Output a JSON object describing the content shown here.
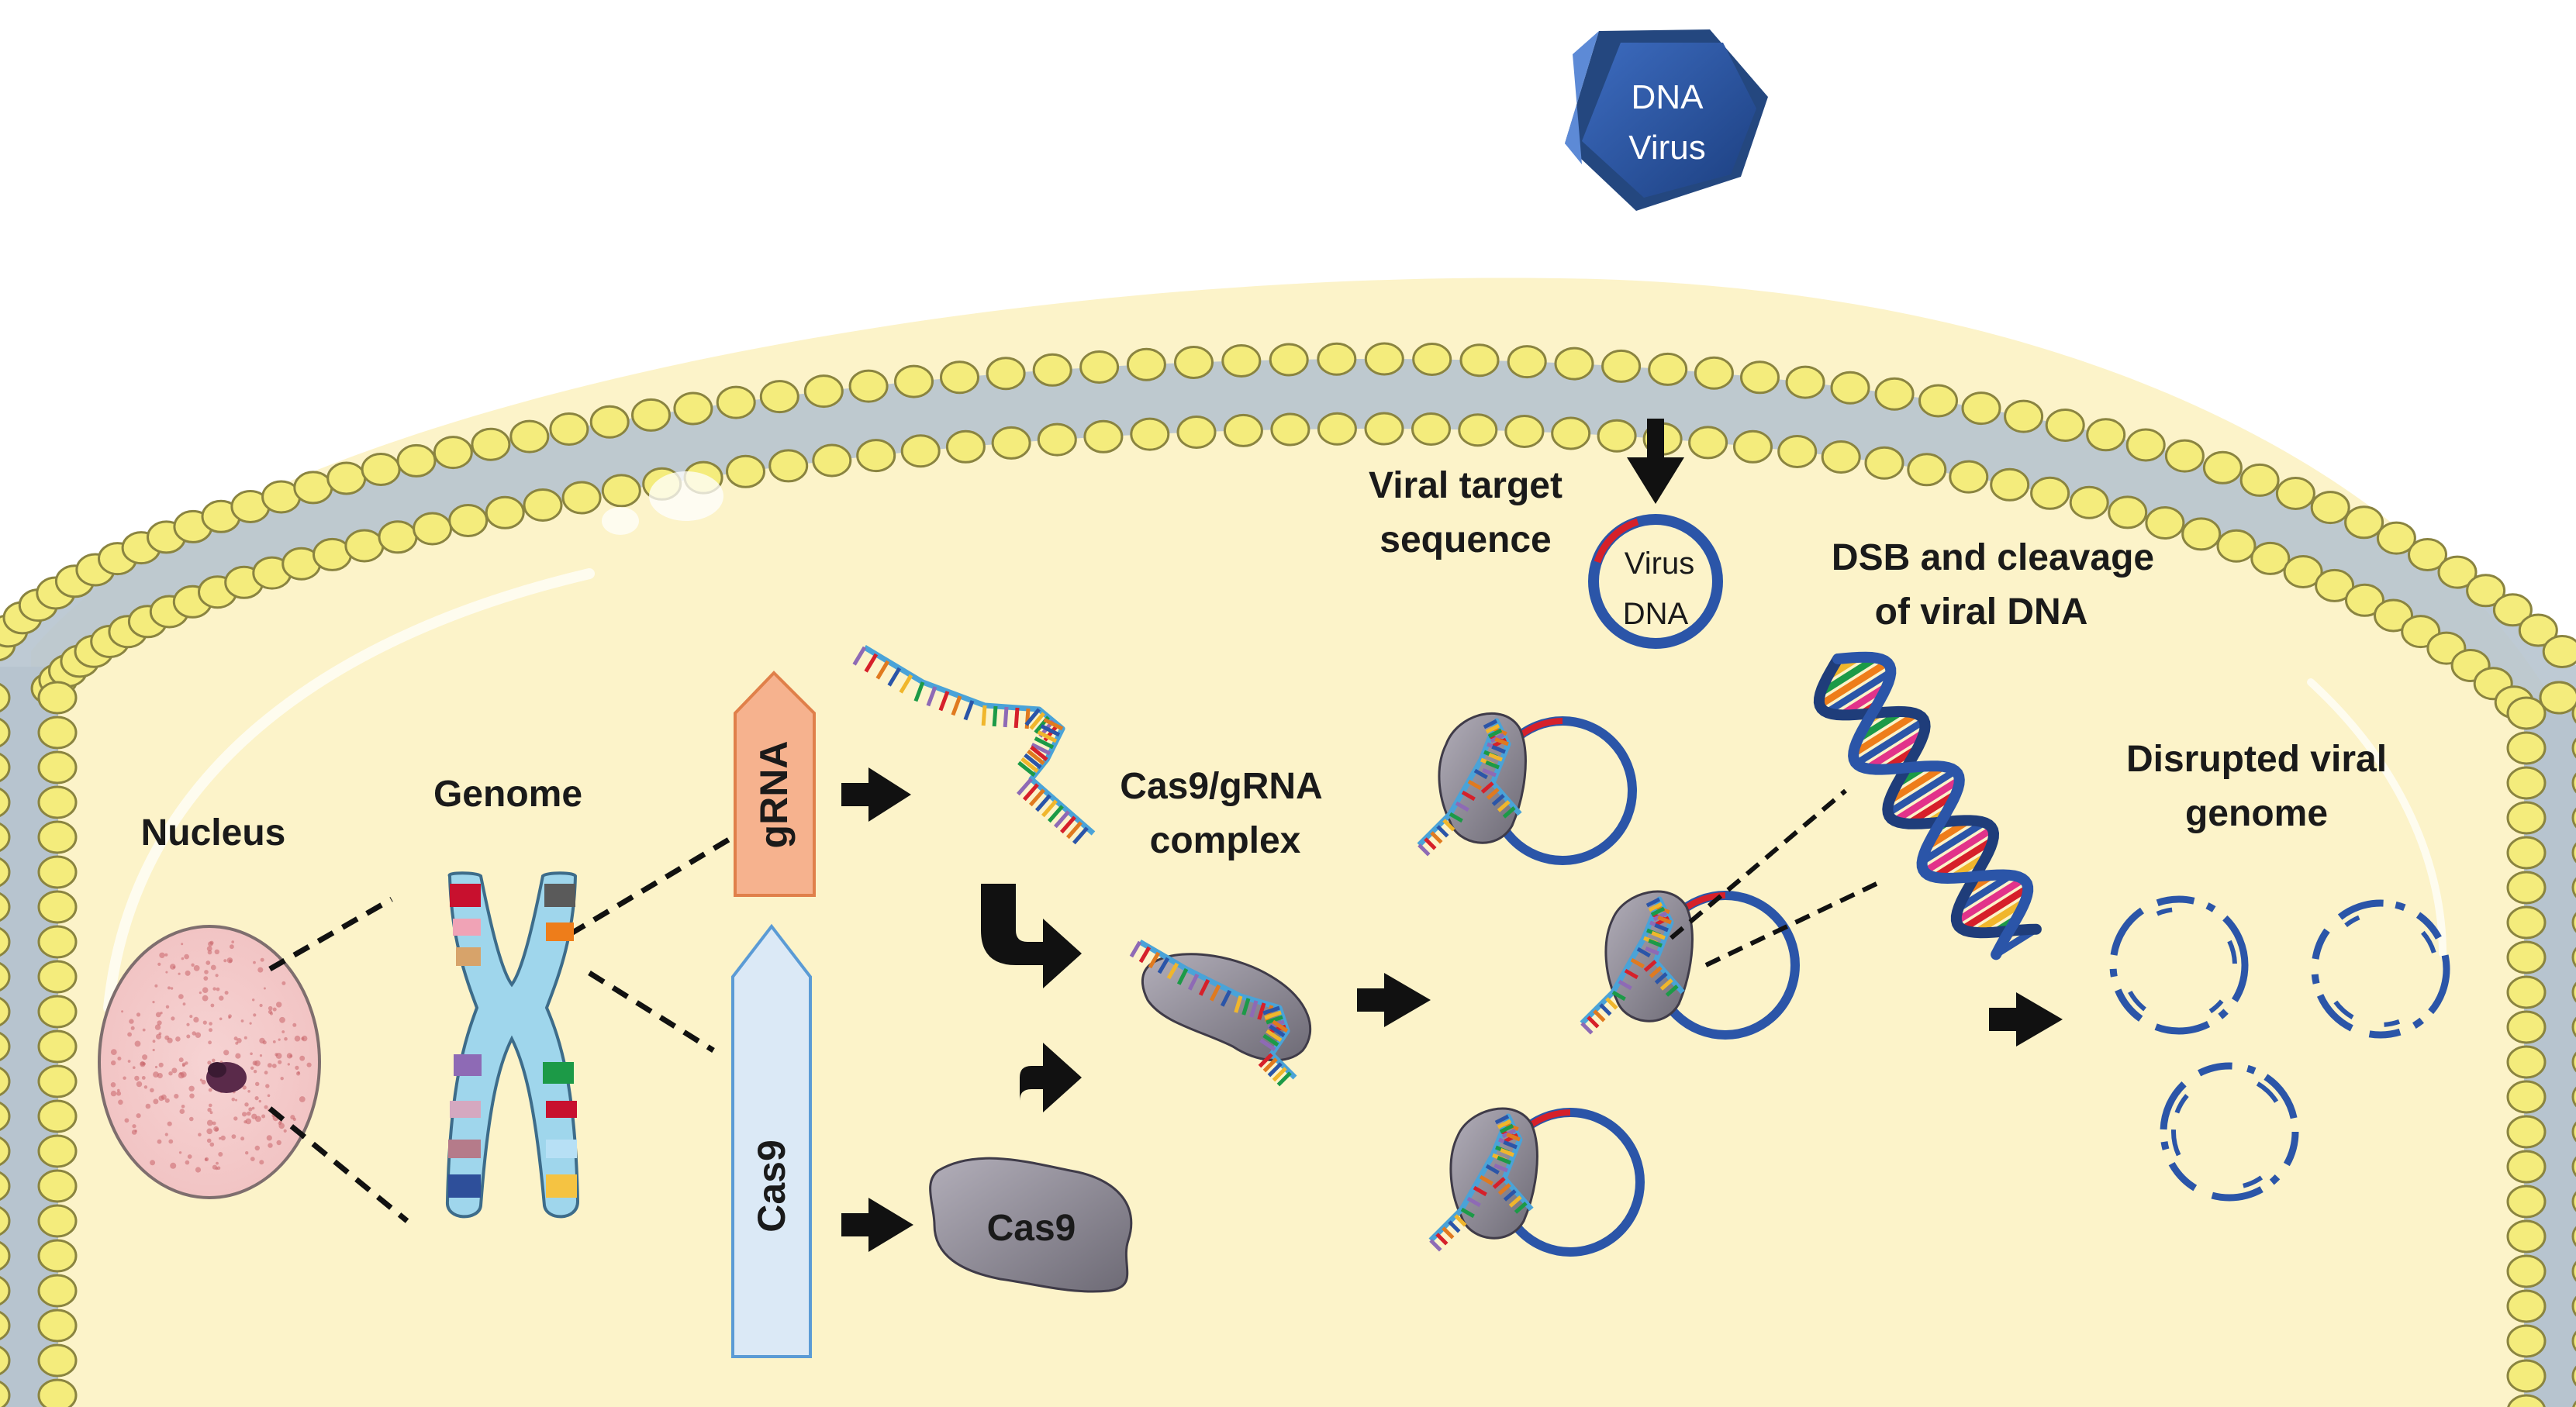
{
  "labels": {
    "virus_particle_line1": "DNA",
    "virus_particle_line2": "Virus",
    "viral_target_line1": "Viral target",
    "viral_target_line2": "sequence",
    "virus_dna_line1": "Virus",
    "virus_dna_line2": "DNA",
    "dsb_line1": "DSB and cleavage",
    "dsb_line2": "of viral DNA",
    "disrupted_line1": "Disrupted viral",
    "disrupted_line2": "genome",
    "nucleus": "Nucleus",
    "genome": "Genome",
    "grna": "gRNA",
    "cas9_gene": "Cas9",
    "complex_line1": "Cas9/gRNA",
    "complex_line2": "complex",
    "cas9_protein": "Cas9"
  },
  "colors": {
    "cytoplasm": "#fcf3c9",
    "lipid_head": "#f4ec7c",
    "lipid_head_stroke": "#8a8440",
    "membrane_band": "#b7c4cf",
    "virus_blue": "#2f5aa6",
    "plasmid_blue": "#2b55a8",
    "target_red": "#d6202a",
    "grna_box": "#f6b28e",
    "grna_box_stroke": "#e0804a",
    "cas9_box": "#dbe9f6",
    "cas9_box_stroke": "#5b9bd5",
    "cas9_protein": "#8e8a96",
    "arrow": "#111111"
  }
}
